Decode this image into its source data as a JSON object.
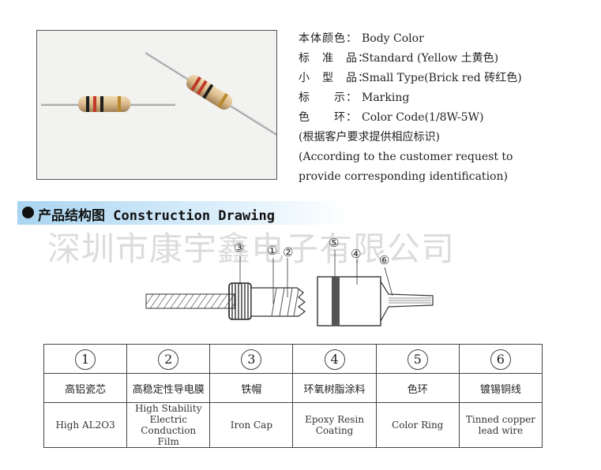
{
  "spec": {
    "rows": [
      {
        "label": "本体颜色：",
        "value": "Body Color"
      },
      {
        "label": "标　准　品：",
        "value": "Standard (Yellow 土黄色)"
      },
      {
        "label": "小　型　品：",
        "value": "Small Type(Brick red 砖红色)"
      },
      {
        "label": "标　　示：",
        "value": "Marking"
      },
      {
        "label": "色　　环：",
        "value": "Color Code(1/8W-5W)"
      }
    ],
    "note_cn": "(根据客户要求提供相应标识)",
    "note_en_1": "(According to the customer request to",
    "note_en_2": " provide corresponding identification)"
  },
  "section": {
    "title": "产品结构图 Construction Drawing"
  },
  "watermark": "深圳市康宇鑫电子有限公司",
  "drawing": {
    "callouts": [
      "③",
      "①",
      "②",
      "⑤",
      "④",
      "⑥"
    ]
  },
  "parts": [
    {
      "num": "1",
      "cn": "高铝瓷芯",
      "en": "High AL2O3"
    },
    {
      "num": "2",
      "cn": "高稳定性导电膜",
      "en": "High Stability Electric Conduction Film"
    },
    {
      "num": "3",
      "cn": "铁帽",
      "en": "Iron Cap"
    },
    {
      "num": "4",
      "cn": "环氧树脂涂料",
      "en": "Epoxy Resin Coating"
    },
    {
      "num": "5",
      "cn": "色环",
      "en": "Color Ring"
    },
    {
      "num": "6",
      "cn": "镀锡铜线",
      "en": "Tinned copper lead wire"
    }
  ],
  "colors": {
    "body_beige": "#d9b98a",
    "band_black": "#1e1e1e",
    "band_red": "#c0392b",
    "banner_blue": "#a9d4f0"
  }
}
